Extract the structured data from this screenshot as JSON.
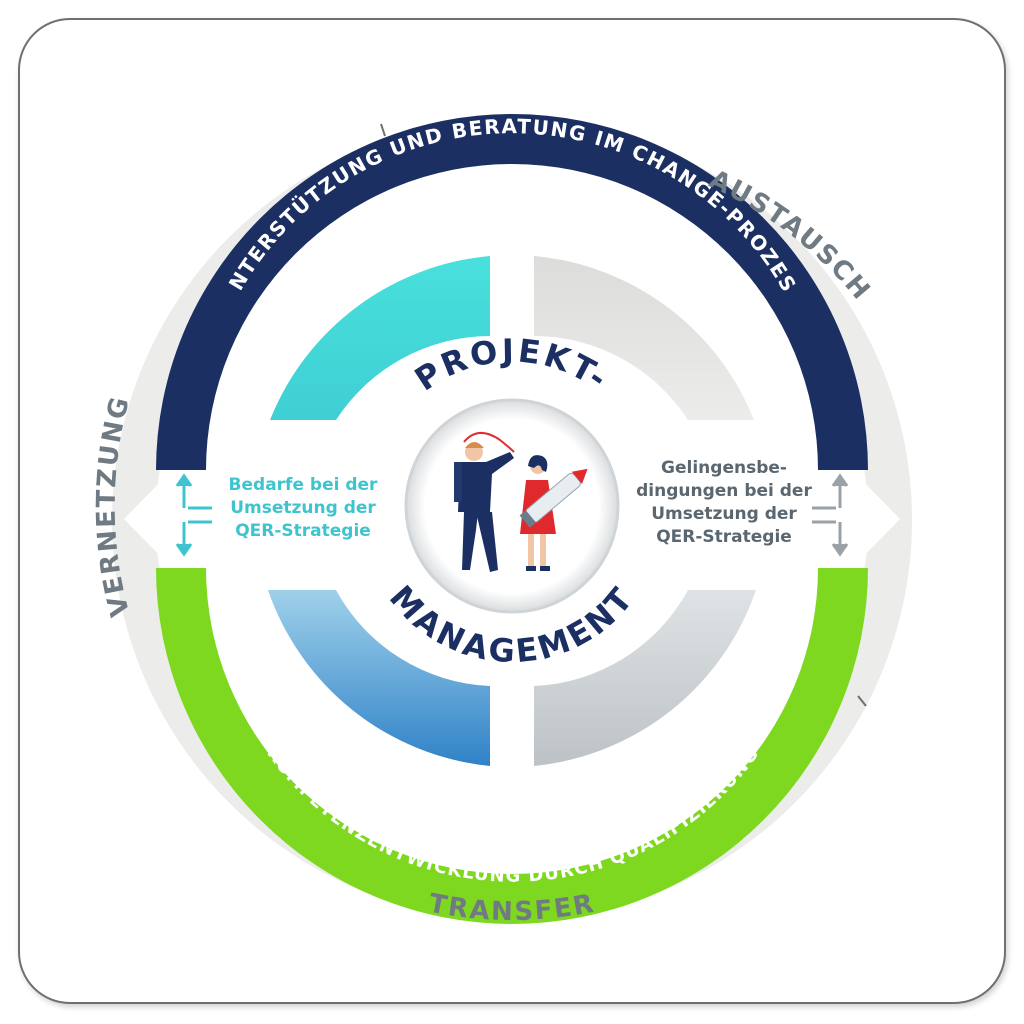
{
  "diagram": {
    "center_title_top": "PROJEKT-",
    "center_title_bottom": "MANAGEMENT",
    "ring_top_label": "UNTERSTÜTZUNG UND BERATUNG IM CHANGE-PROZESS",
    "ring_bottom_label": "KOMPETENZENTWICKLUNG DURCH QUALIFIZIERUNG",
    "outer_labels": {
      "top_right": "AUSTAUSCH",
      "left": "VERNETZUNG",
      "bottom": "TRANSFER"
    },
    "left_text": [
      "Bedarfe bei der",
      "Umsetzung der",
      "QER-Strategie"
    ],
    "right_text": [
      "Gelingensbe-",
      "dingungen bei der",
      "Umsetzung der",
      "QER-Strategie"
    ],
    "colors": {
      "navy": "#1b2f62",
      "green": "#7fd820",
      "teal": "#45dcd8",
      "blue": "#3a8fcf",
      "gray_light": "#e6e6e4",
      "gray_mid": "#c9cfd3",
      "outer_ring": "#ebebea",
      "outer_text": "#6f7a82"
    }
  }
}
